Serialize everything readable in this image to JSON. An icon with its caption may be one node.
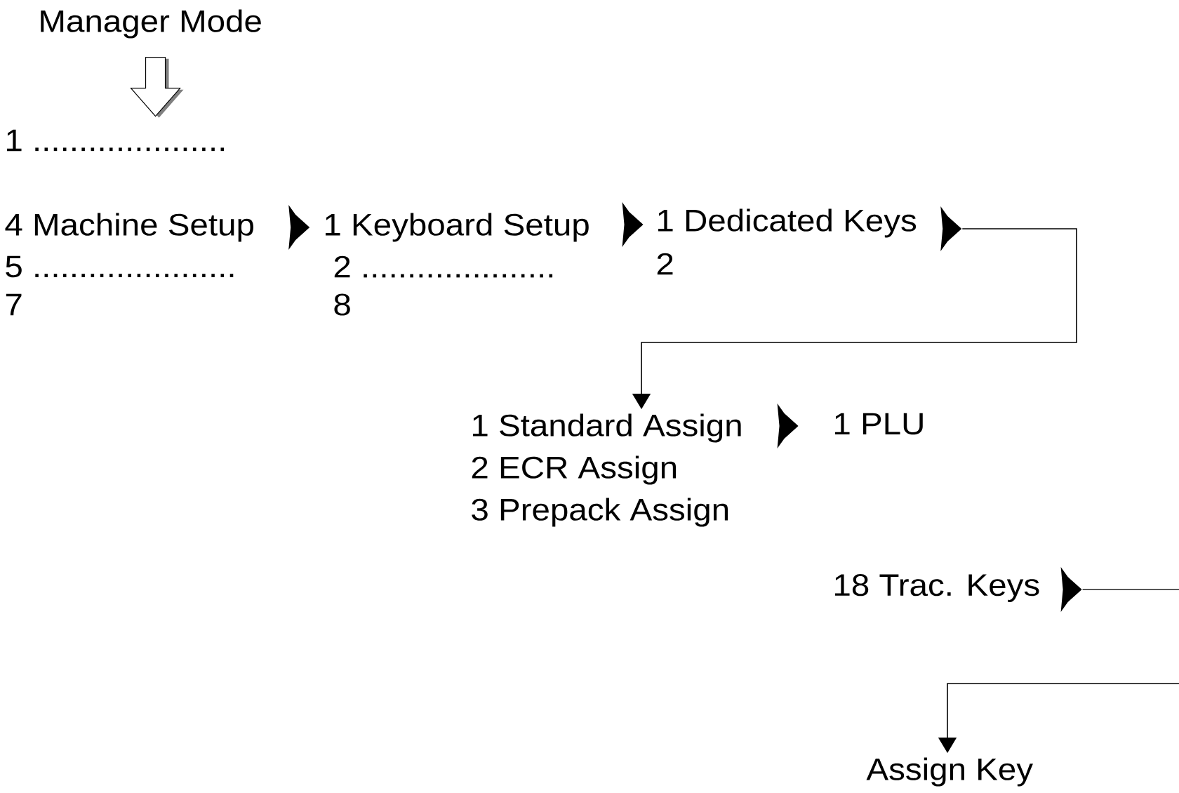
{
  "diagram": {
    "nodes": [
      {
        "text": [
          "Manager Mode"
        ]
      },
      {
        "text": [
          "1 ....................."
        ]
      },
      {
        "text": [
          "4 Machine Setup"
        ]
      },
      {
        "text": [
          "1 Keyboard Setup"
        ]
      },
      {
        "text": [
          "1 Dedicated Keys"
        ]
      },
      {
        "text": [
          "1 Standard Assign"
        ]
      },
      {
        "text": [
          "1 PLU"
        ]
      },
      {
        "text": [
          "18 Trac. Keys"
        ]
      },
      {
        "text": [
          "Assign Key"
        ]
      }
    ],
    "edges": [
      {
        "from": 0,
        "to": 1,
        "arrow": "to"
      },
      {
        "from": 2,
        "to": 3,
        "arrow": "to"
      },
      {
        "from": 3,
        "to": 4,
        "arrow": "to"
      },
      {
        "from": 4,
        "to": 5,
        "arrow": "to"
      },
      {
        "from": 5,
        "to": 6,
        "arrow": "to"
      },
      {
        "from": 7,
        "to": 8,
        "arrow": "to"
      }
    ],
    "labels": [
      "5 ......................",
      "2 .....................",
      "2",
      "7",
      "8",
      "2 ECR Assign",
      "3 Prepack Assign"
    ]
  }
}
